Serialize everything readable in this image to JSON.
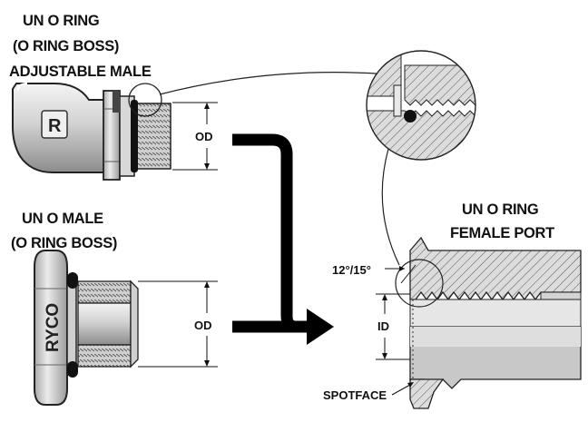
{
  "titles": {
    "adjustable_male": [
      "UN  O RING",
      "(O RING BOSS)",
      "ADJUSTABLE MALE"
    ],
    "o_male": [
      "UN  O MALE",
      "(O RING BOSS)"
    ],
    "female_port": [
      "UN  O RING",
      "FEMALE PORT"
    ]
  },
  "dimensions": {
    "od_upper": "OD",
    "od_lower": "OD",
    "id": "ID",
    "angle": "12°/15°",
    "spotface": "SPOTFACE"
  },
  "brand": {
    "logo_letter": "R",
    "hex_text": "RYCO"
  },
  "colors": {
    "steel_light": "#e4e4e4",
    "steel_mid": "#b8b8b8",
    "steel_dark": "#7a7a7a",
    "oring": "#111111",
    "arrow": "#000000"
  }
}
